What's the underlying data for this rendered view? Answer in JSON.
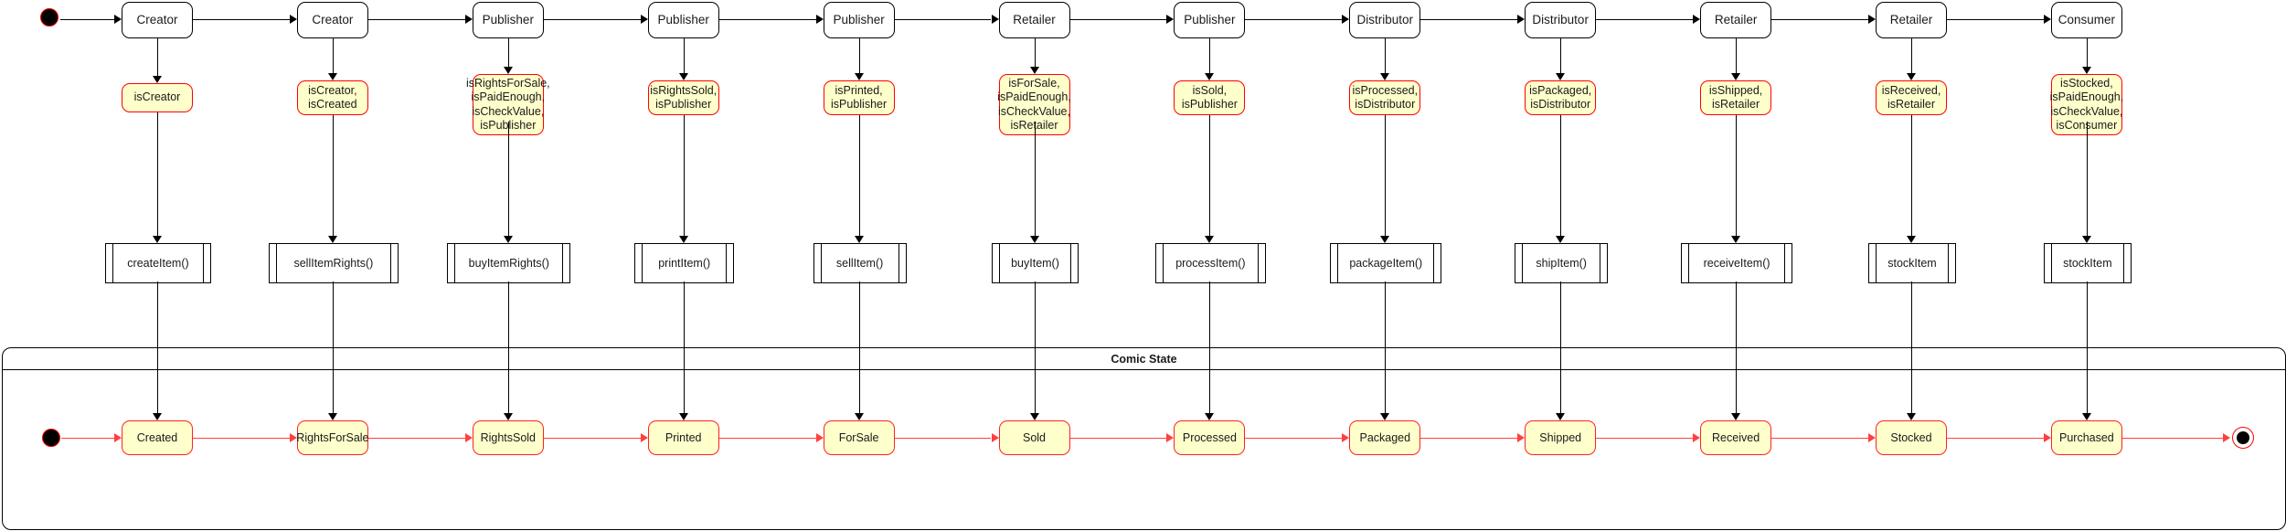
{
  "diagram": {
    "title": "Comic supply chain state diagram",
    "region_title": "Comic State",
    "colors": {
      "state_fill": "#ffffcc",
      "state_stroke": "#ff2020",
      "guard_fill": "#ffffcc",
      "guard_stroke": "#ff0000",
      "actor_stroke": "#000000",
      "flow_black": "#000000",
      "flow_red": "#ff4040",
      "background": "#ffffff"
    },
    "nodes": {
      "initial_top": "initial-state-node",
      "initial_region": "initial-state-node",
      "final_region": "final-state-node"
    }
  },
  "columns": [
    {
      "actor": "Creator",
      "guard": "isCreator",
      "method": "createItem()",
      "state": "Created"
    },
    {
      "actor": "Creator",
      "guard": "isCreator,\nisCreated",
      "method": "sellItemRights()",
      "state": "RightsForSale"
    },
    {
      "actor": "Publisher",
      "guard": "isRightsForSale,\nisPaidEnough,\nisCheckValue,\nisPublisher",
      "method": "buyItemRights()",
      "state": "RightsSold"
    },
    {
      "actor": "Publisher",
      "guard": "isRightsSold,\nisPublisher",
      "method": "printItem()",
      "state": "Printed"
    },
    {
      "actor": "Publisher",
      "guard": "isPrinted,\nisPublisher",
      "method": "sellItem()",
      "state": "ForSale"
    },
    {
      "actor": "Retailer",
      "guard": "isForSale,\nisPaidEnough,\nisCheckValue,\nisRetailer",
      "method": "buyItem()",
      "state": "Sold"
    },
    {
      "actor": "Publisher",
      "guard": "isSold,\nisPublisher",
      "method": "processItem()",
      "state": "Processed"
    },
    {
      "actor": "Distributor",
      "guard": "isProcessed,\nisDistributor",
      "method": "packageItem()",
      "state": "Packaged"
    },
    {
      "actor": "Distributor",
      "guard": "isPackaged,\nisDistributor",
      "method": "shipItem()",
      "state": "Shipped"
    },
    {
      "actor": "Retailer",
      "guard": "isShipped,\nisRetailer",
      "method": "receiveItem()",
      "state": "Received"
    },
    {
      "actor": "Retailer",
      "guard": "isReceived,\nisRetailer",
      "method": "stockItem",
      "state": "Stocked"
    },
    {
      "actor": "Consumer",
      "guard": "isStocked,\nisPaidEnough,\nisCheckValue,\nisConsumer",
      "method": "stockItem",
      "state": "Purchased"
    }
  ]
}
